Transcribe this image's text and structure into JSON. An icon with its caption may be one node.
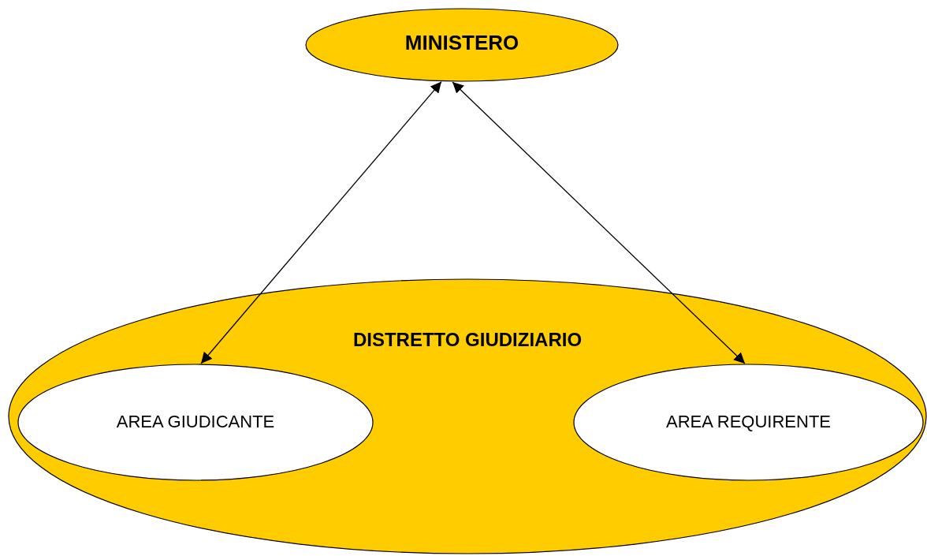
{
  "diagram": {
    "nodes": [
      {
        "text": [
          "MINISTERO"
        ]
      },
      {
        "text": [
          "DISTRETTO GIUDIZIARIO"
        ]
      },
      {
        "text": [
          "AREA GIUDICANTE"
        ],
        "in": 1
      },
      {
        "text": [
          "AREA REQUIRENTE"
        ],
        "in": 1
      }
    ],
    "edges": [
      {
        "from": 0,
        "to": 2,
        "arrow": "both"
      },
      {
        "from": 0,
        "to": 3,
        "arrow": "both"
      }
    ]
  }
}
